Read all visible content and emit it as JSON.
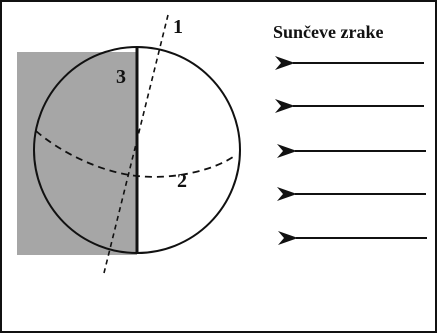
{
  "labels": {
    "axis_number": "1",
    "equator_number": "2",
    "terminator_number": "3",
    "sun_rays": "Sunčeve zrake"
  },
  "colors": {
    "night_shade": "#a6a6a6",
    "ink": "#111111"
  },
  "rays": {
    "count": 5,
    "direction": "right-to-left"
  }
}
